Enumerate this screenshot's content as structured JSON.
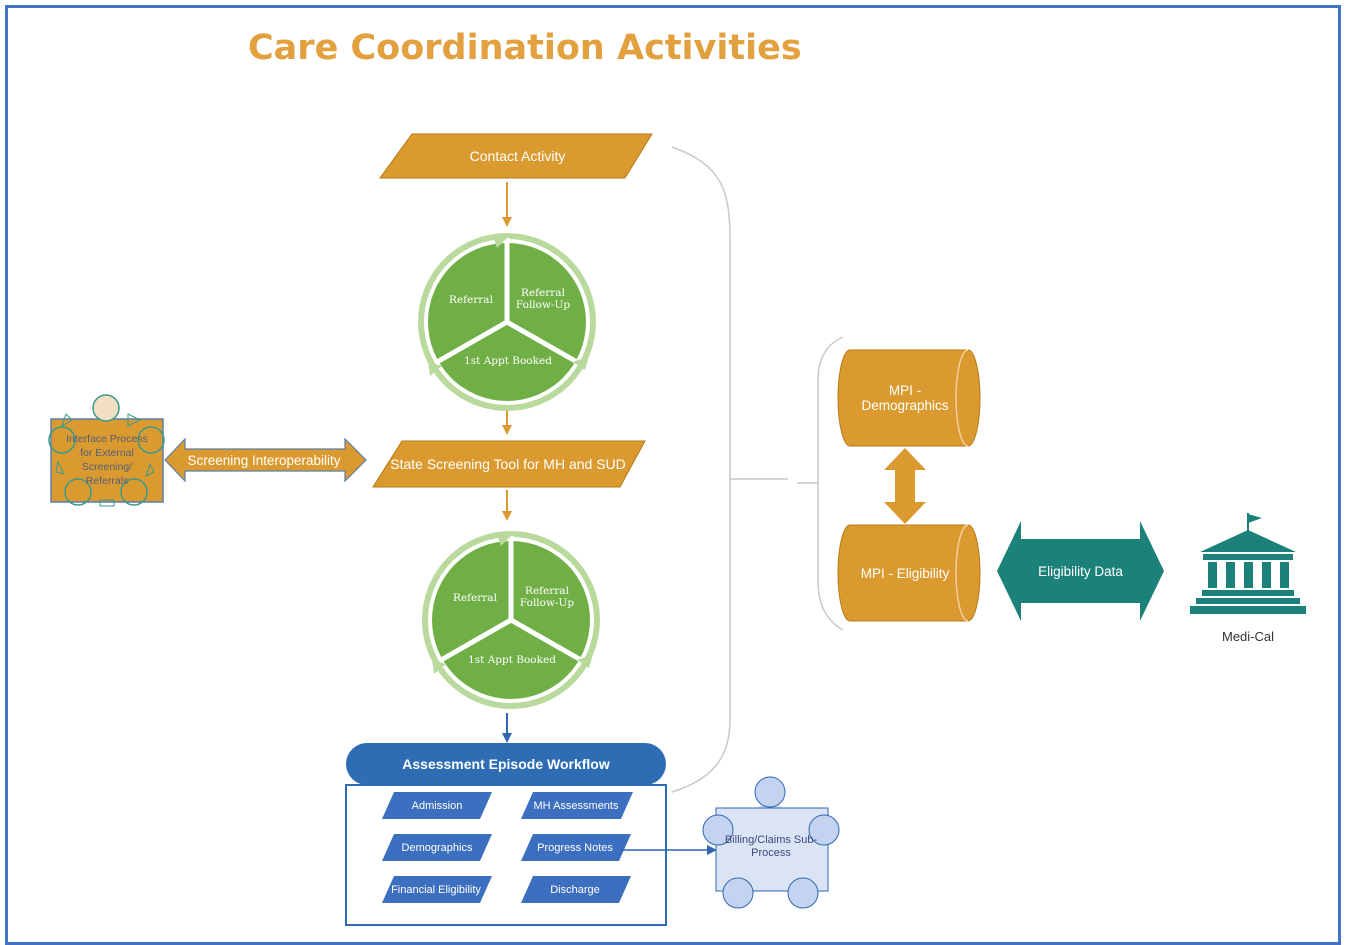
{
  "title": "Care Coordination Activities",
  "contact_activity": "Contact Activity",
  "cycle_top": {
    "referral": "Referral",
    "referral_followup": "Referral Follow-Up",
    "first_appt": "1st Appt Booked"
  },
  "state_screening": "State Screening Tool for MH and SUD",
  "cycle_bottom": {
    "referral": "Referral",
    "referral_followup": "Referral Follow-Up",
    "first_appt": "1st Appt Booked"
  },
  "assessment": {
    "title": "Assessment Episode Workflow",
    "items": [
      "Admission",
      "MH Assessments",
      "Demographics",
      "Progress Notes",
      "Financial Eligibility",
      "Discharge"
    ]
  },
  "billing": "Billing/Claims Sub-Process",
  "interface_process": "Interface Process for External Screening/ Referrals",
  "screening_interop": "Screening Interoperability",
  "mpi_demographics": "MPI - Demographics",
  "mpi_eligibility": "MPI - Eligibility",
  "eligibility_data": "Eligibility Data",
  "medi_cal": "Medi-Cal",
  "colors": {
    "orange": "#DA9A2F",
    "green": "#6FAF46",
    "teal": "#1B8179",
    "blue": "#3167B0",
    "border": "#4472C4"
  }
}
